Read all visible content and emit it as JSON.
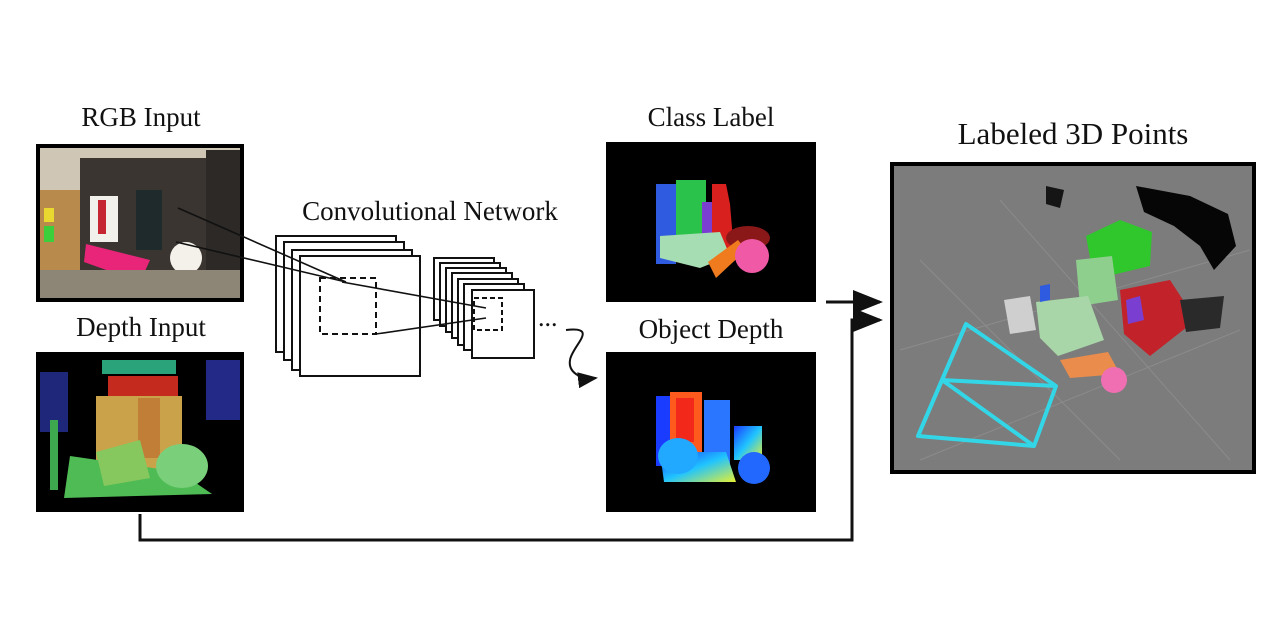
{
  "labels": {
    "rgb_input": "RGB Input",
    "depth_input": "Depth Input",
    "conv_net": "Convolutional Network",
    "class_label": "Class Label",
    "object_depth": "Object Depth",
    "labeled_points": "Labeled 3D Points",
    "ellipsis": "..."
  },
  "colors": {
    "panel_black": "#000000",
    "viewer_gray": "#7c7c7c",
    "camera_cyan": "#33d6e6",
    "line": "#111111"
  }
}
